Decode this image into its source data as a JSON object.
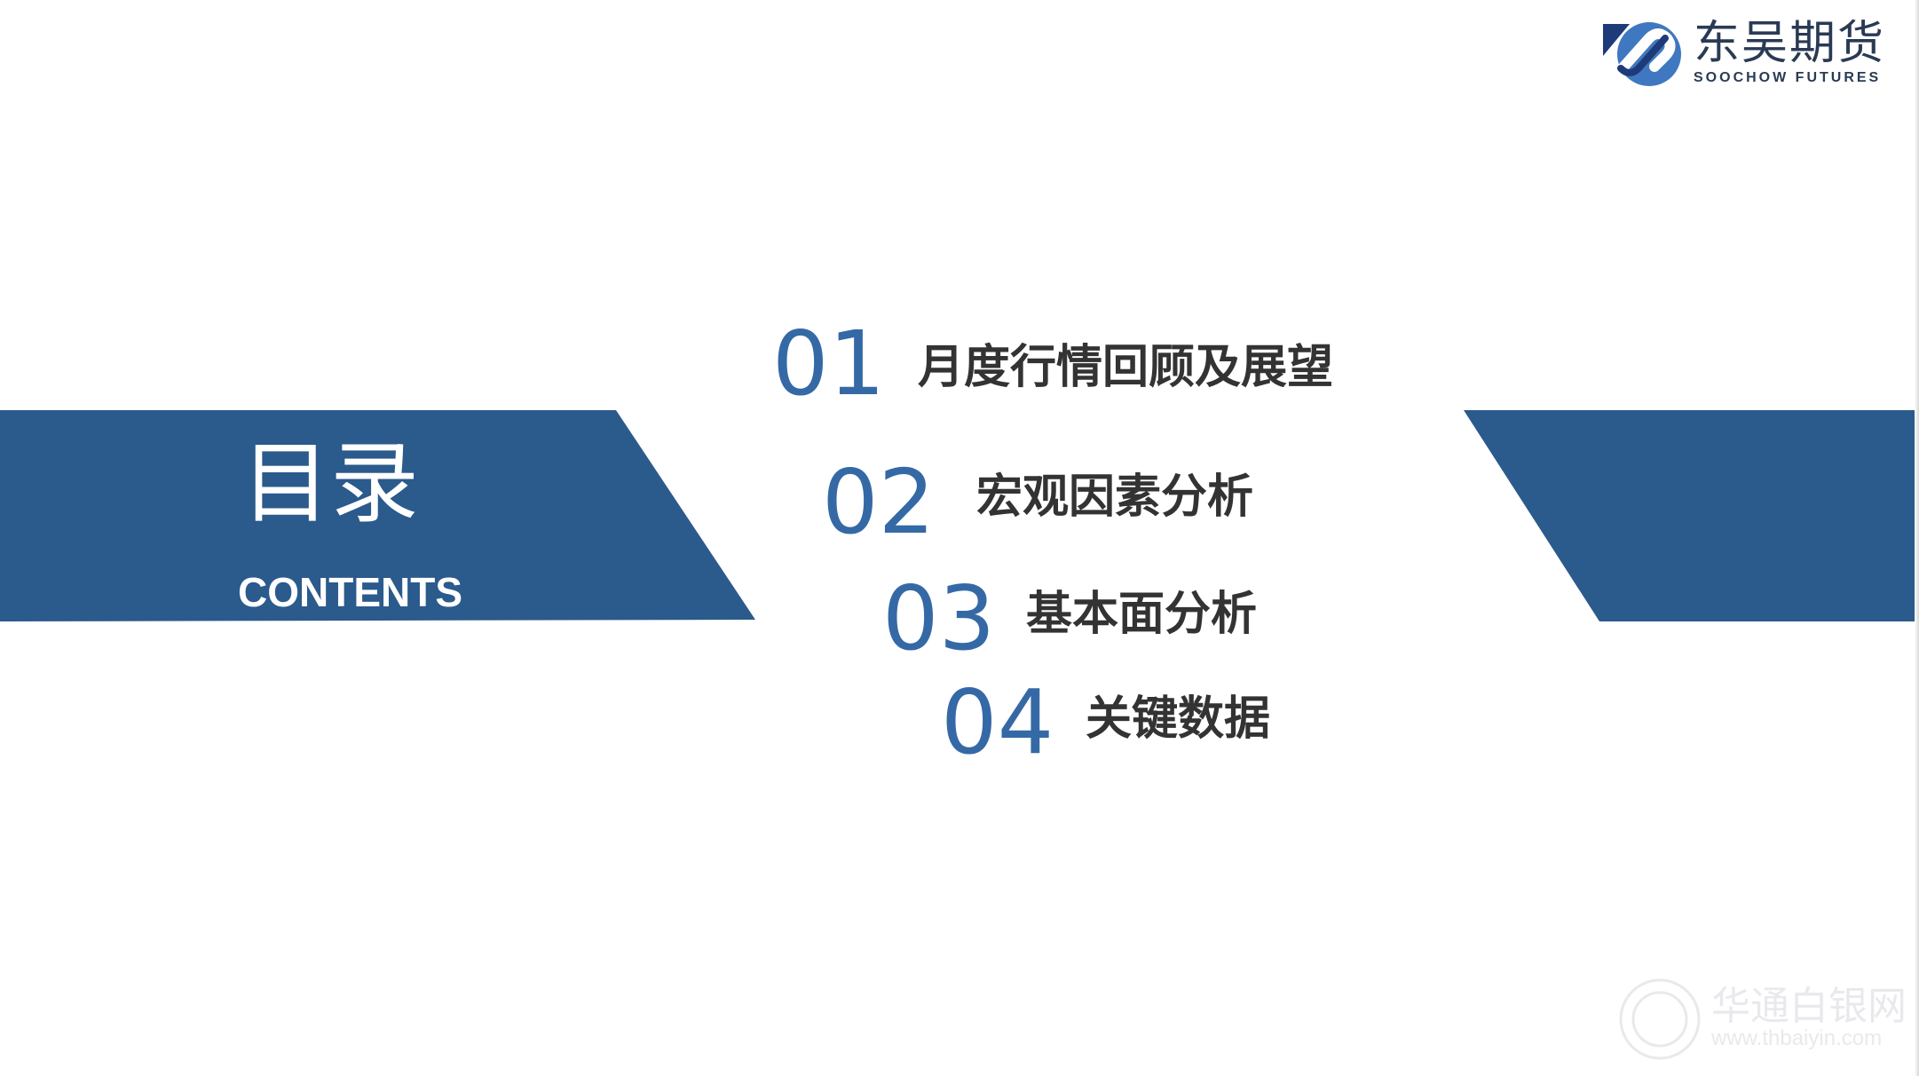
{
  "slide": {
    "title_cn": "目录",
    "title_en": "CONTENTS",
    "items": [
      {
        "num": "01",
        "label": "月度行情回顾及展望"
      },
      {
        "num": "02",
        "label": "宏观因素分析"
      },
      {
        "num": "03",
        "label": "基本面分析"
      },
      {
        "num": "04",
        "label": "关键数据"
      }
    ]
  },
  "logo": {
    "cn": "东吴期货",
    "en": "SOOCHOW FUTURES"
  },
  "watermark": {
    "cn": "华通白银网",
    "en": "www.thbaiyin.com"
  },
  "colors": {
    "accent": "#2b5a8c",
    "number": "#3569a6",
    "text": "#333333"
  }
}
